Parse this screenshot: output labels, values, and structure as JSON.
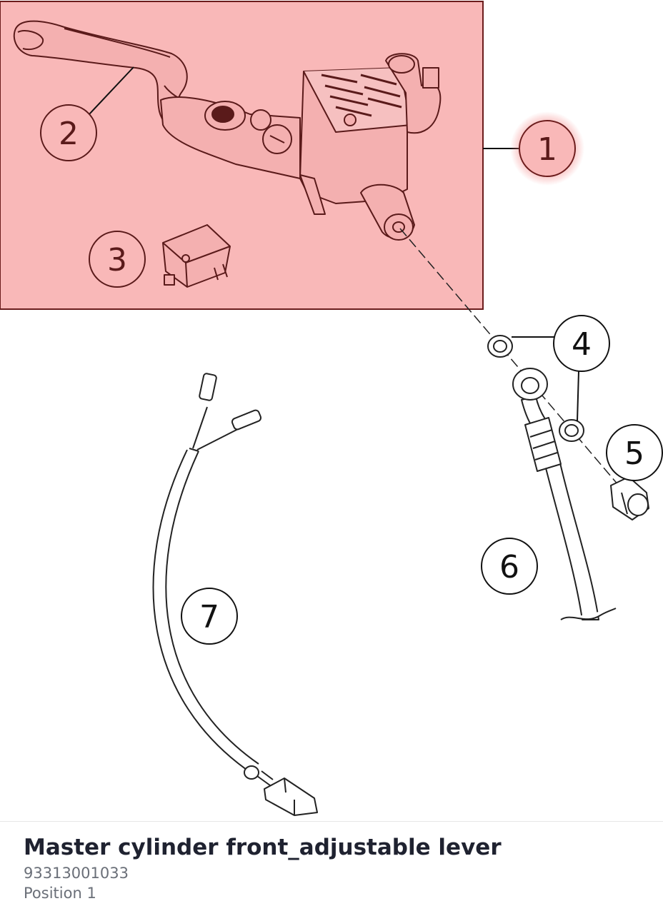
{
  "diagram": {
    "highlight_color": "#f9b8b8",
    "highlight_border": "#6b1c1c",
    "callouts": [
      {
        "label": "1",
        "selected": true
      },
      {
        "label": "2",
        "selected": false
      },
      {
        "label": "3",
        "selected": false
      },
      {
        "label": "4",
        "selected": false
      },
      {
        "label": "5",
        "selected": false
      },
      {
        "label": "6",
        "selected": false
      },
      {
        "label": "7",
        "selected": false
      }
    ]
  },
  "footer": {
    "title": "Master cylinder front_adjustable lever",
    "part_number": "93313001033",
    "position_label": "Position 1"
  }
}
